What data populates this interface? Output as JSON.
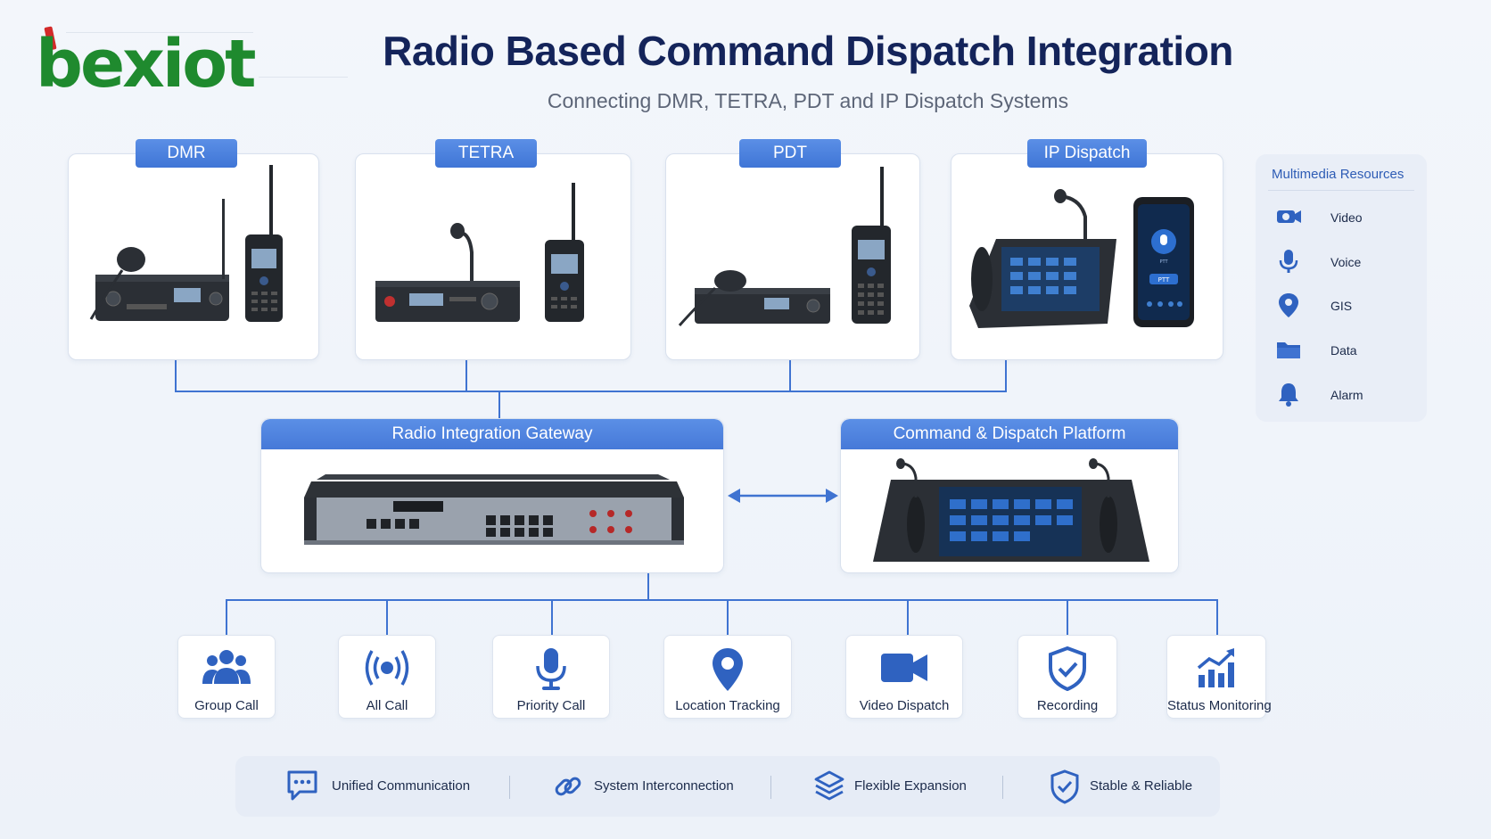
{
  "brand": {
    "logo_text": "bexiot",
    "colors": {
      "green": "#1f8a2e",
      "red": "#d32a2a"
    }
  },
  "header": {
    "title": "Radio Based Command Dispatch Integration",
    "subtitle": "Connecting DMR, TETRA, PDT and IP Dispatch Systems"
  },
  "systems": [
    {
      "label": "DMR",
      "devices": [
        "mobile-radio-icon",
        "handheld-radio-icon"
      ]
    },
    {
      "label": "TETRA",
      "devices": [
        "desk-radio-icon",
        "handheld-radio-icon"
      ]
    },
    {
      "label": "PDT",
      "devices": [
        "mobile-radio-icon",
        "handheld-radio-icon"
      ]
    },
    {
      "label": "IP Dispatch",
      "devices": [
        "dispatch-console-icon",
        "smartphone-icon"
      ]
    }
  ],
  "phone_screen": {
    "app_label": "PTT",
    "button_label": "PTT"
  },
  "gateway": {
    "label": "Radio Integration Gateway"
  },
  "platform": {
    "label": "Command & Dispatch Platform"
  },
  "multimedia": {
    "title": "Multimedia Resources",
    "items": [
      {
        "label": "Video",
        "icon": "video-camera-icon"
      },
      {
        "label": "Voice",
        "icon": "microphone-icon"
      },
      {
        "label": "GIS",
        "icon": "map-pin-icon"
      },
      {
        "label": "Data",
        "icon": "folder-icon"
      },
      {
        "label": "Alarm",
        "icon": "bell-icon"
      }
    ]
  },
  "functions": [
    {
      "label": "Group Call",
      "icon": "group-icon"
    },
    {
      "label": "All Call",
      "icon": "broadcast-icon"
    },
    {
      "label": "Priority Call",
      "icon": "microphone-icon"
    },
    {
      "label": "Location Tracking",
      "icon": "map-pin-icon"
    },
    {
      "label": "Video Dispatch",
      "icon": "video-camera-icon"
    },
    {
      "label": "Recording",
      "icon": "shield-check-icon"
    },
    {
      "label": "Status Monitoring",
      "icon": "bar-chart-icon"
    }
  ],
  "features": [
    {
      "label": "Unified Communication",
      "icon": "chat-icon"
    },
    {
      "label": "System Interconnection",
      "icon": "link-icon"
    },
    {
      "label": "Flexible Expansion",
      "icon": "layers-icon"
    },
    {
      "label": "Stable & Reliable",
      "icon": "shield-check-icon"
    }
  ],
  "accent_color": "#3f73d1"
}
